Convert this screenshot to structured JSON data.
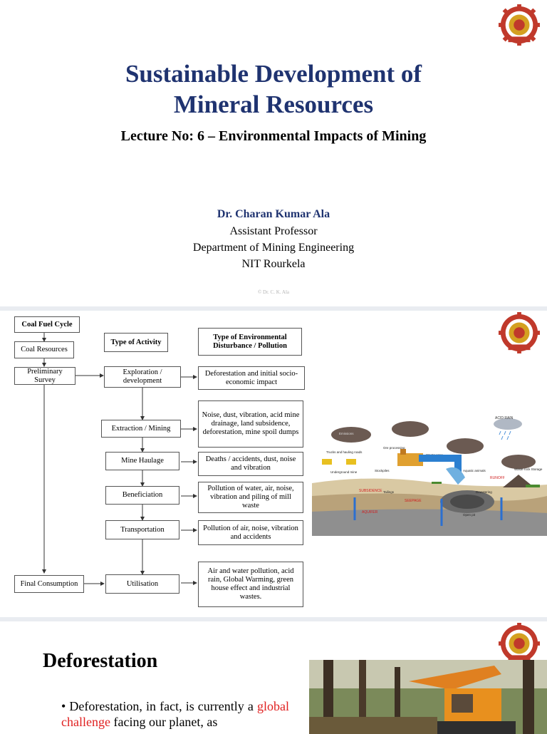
{
  "slide1": {
    "title_line1": "Sustainable Development of",
    "title_line2": "Mineral Resources",
    "subtitle": "Lecture No: 6 – Environmental Impacts of Mining",
    "author": "Dr. Charan Kumar Ala",
    "position": "Assistant Professor",
    "department": "Department of Mining Engineering",
    "institute": "NIT Rourkela",
    "copyright": "© Dr. C. K. Ala"
  },
  "slide2": {
    "left": {
      "header": "Coal Fuel Cycle",
      "resources": "Coal Resources",
      "survey": "Preliminary Survey",
      "final": "Final Consumption"
    },
    "activity_header": "Type of Activity",
    "impact_header": "Type of Environmental Disturbance / Pollution",
    "activities": [
      "Exploration / development",
      "Extraction / Mining",
      "Mine Haulage",
      "Beneficiation",
      "Transportation",
      "Utilisation"
    ],
    "impacts": [
      "Deforestation and initial socio-economic impact",
      "Noise, dust, vibration, acid mine drainage, land subsidence, deforestation, mine spoil dumps",
      "Deaths / accidents, dust, noise and vibration",
      "Pollution of water, air, noise, vibration and piling of mill waste",
      "Pollution of air, noise, vibration and accidents",
      "Air and water pollution, acid rain, Global Warming, green house effect and industrial wastes."
    ],
    "illustration_labels": {
      "acid_rain": "ACID RAIN",
      "emissions": "Emissions",
      "ore_processing": "Ore processing",
      "tracks": "Trucks and hauling roads",
      "wastewater": "Wastewater",
      "stockpiles": "Stockpiles",
      "underground": "Underground mine",
      "aquatic": "Aquatic animals",
      "runoff": "RUNOFF",
      "waste_rock": "Waste rock Storage",
      "subsidence": "SUBSIDENCE",
      "tailings": "Tailings",
      "seepage": "SEEPAGE",
      "aquifer": "AQUIFER",
      "open_pit": "Open pit",
      "dewatering": "Dewatering"
    }
  },
  "slide3": {
    "title": "Deforestation",
    "bullet_prefix": "Deforestation, in fact, is currently a",
    "bullet_highlight": "global challenge",
    "bullet_suffix": "facing our planet, as",
    "highlight_color": "#e02020"
  },
  "colors": {
    "title_blue": "#1f3370",
    "logo_red": "#c0392b",
    "logo_gold": "#d4a020"
  }
}
